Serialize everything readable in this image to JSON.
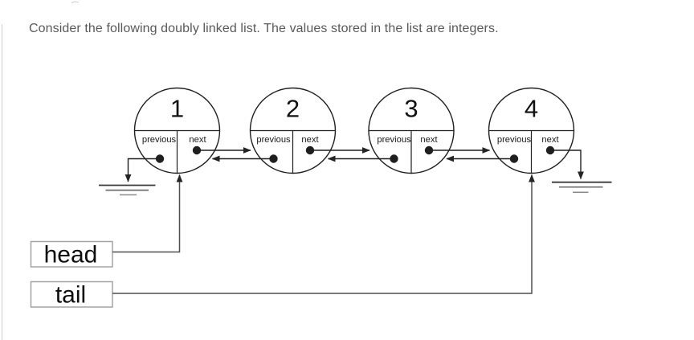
{
  "title": "Consider the following doubly linked list. The values stored in the list are integers.",
  "diagram": {
    "head_label": "head",
    "tail_label": "tail",
    "nodes": [
      {
        "value": "1",
        "prev_label": "previous",
        "next_label": "next"
      },
      {
        "value": "2",
        "prev_label": "previous",
        "next_label": "next"
      },
      {
        "value": "3",
        "prev_label": "previous",
        "next_label": "next"
      },
      {
        "value": "4",
        "prev_label": "previous",
        "next_label": "next"
      }
    ],
    "colors": {
      "diagram_line": "#1f1f1f",
      "connector_line": "#4f4f4f",
      "box_border": "#a3a3a3",
      "title_text": "#58595b"
    }
  }
}
